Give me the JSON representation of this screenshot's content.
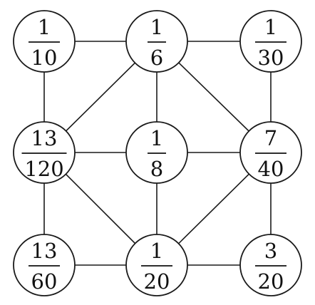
{
  "nodes": [
    {
      "id": "top-left",
      "numerator": "1",
      "denominator": "10"
    },
    {
      "id": "top-center",
      "numerator": "1",
      "denominator": "6"
    },
    {
      "id": "top-right",
      "numerator": "1",
      "denominator": "30"
    },
    {
      "id": "middle-left",
      "numerator": "13",
      "denominator": "120"
    },
    {
      "id": "center",
      "numerator": "1",
      "denominator": "8"
    },
    {
      "id": "middle-right",
      "numerator": "7",
      "denominator": "40"
    },
    {
      "id": "bottom-left",
      "numerator": "13",
      "denominator": "60"
    },
    {
      "id": "bottom-center",
      "numerator": "1",
      "denominator": "20"
    },
    {
      "id": "bottom-right",
      "numerator": "3",
      "denominator": "20"
    }
  ],
  "edges": [
    [
      "top-left",
      "top-center"
    ],
    [
      "top-center",
      "top-right"
    ],
    [
      "top-left",
      "middle-left"
    ],
    [
      "middle-left",
      "bottom-left"
    ],
    [
      "top-right",
      "middle-right"
    ],
    [
      "middle-right",
      "bottom-right"
    ],
    [
      "bottom-left",
      "bottom-center"
    ],
    [
      "bottom-center",
      "bottom-right"
    ],
    [
      "top-center",
      "middle-left"
    ],
    [
      "top-center",
      "middle-right"
    ],
    [
      "bottom-center",
      "middle-left"
    ],
    [
      "bottom-center",
      "middle-right"
    ],
    [
      "top-center",
      "center"
    ],
    [
      "center",
      "bottom-center"
    ],
    [
      "middle-left",
      "center"
    ],
    [
      "center",
      "middle-right"
    ]
  ]
}
